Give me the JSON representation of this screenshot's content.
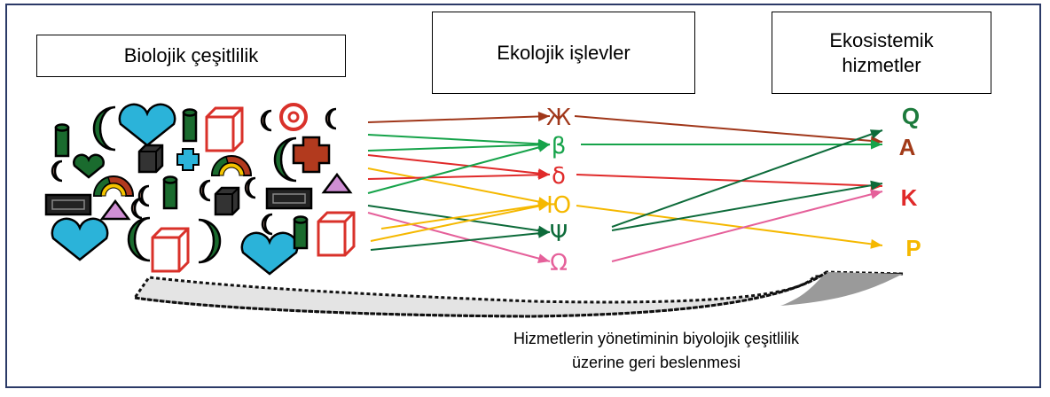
{
  "headers": {
    "biodiversity": "Biolojik çeşitlilik",
    "functions": "Ekolojik işlevler",
    "services": "Ekosistemik\nhizmetler"
  },
  "functions": [
    {
      "symbol": "Ж",
      "color": "#a0371a"
    },
    {
      "symbol": "β",
      "color": "#16a34a"
    },
    {
      "symbol": "δ",
      "color": "#e02a2a"
    },
    {
      "symbol": "Ю",
      "color": "#f5b800"
    },
    {
      "symbol": "Ψ",
      "color": "#0d6b3a"
    },
    {
      "symbol": "Ω",
      "color": "#e5609a"
    }
  ],
  "services": [
    {
      "letter": "Q",
      "color": "#1c7a3c"
    },
    {
      "letter": "A",
      "color": "#a23a18"
    },
    {
      "letter": "K",
      "color": "#e02a2a"
    },
    {
      "letter": "P",
      "color": "#f5b800"
    }
  ],
  "caption": "Hizmetlerin yönetiminin biyolojik\nçeşitlilik üzerine geri beslenmesi",
  "colors": {
    "frame": "#2b3a67",
    "species_green": "#1a6b2e",
    "species_blue": "#2bb3d9",
    "species_red": "#d9312a",
    "species_brown": "#b23a1e",
    "species_pink": "#cf8fd4",
    "feedback_fill": "#b8b8b8"
  }
}
